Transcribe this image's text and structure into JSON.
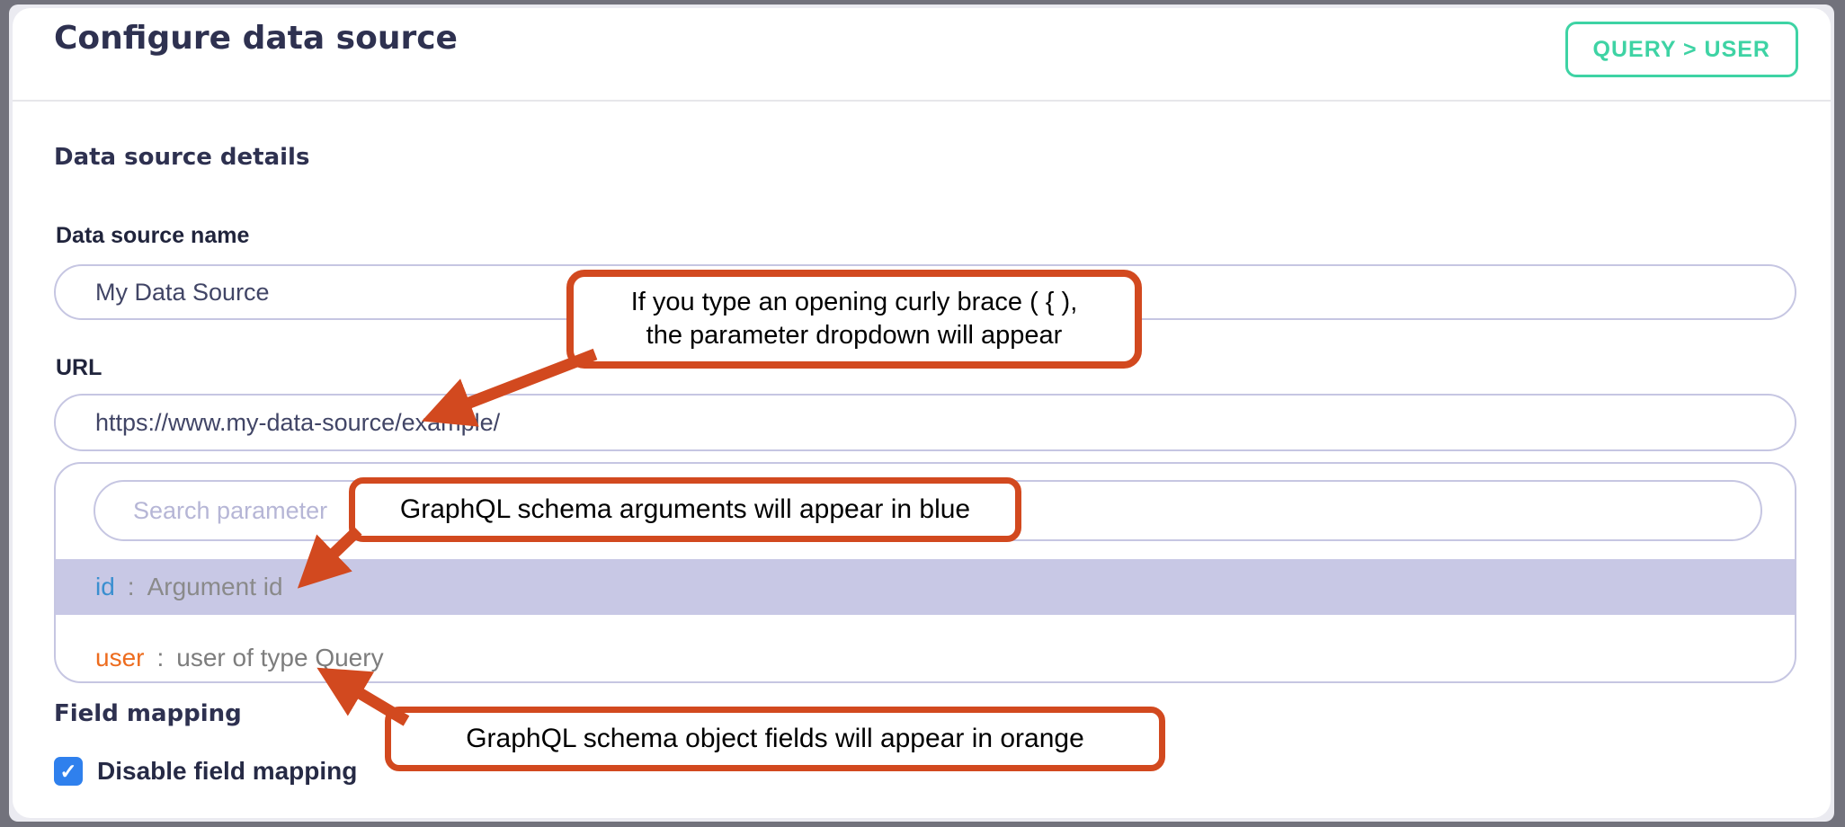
{
  "header": {
    "title": "Configure data source",
    "badge": "QUERY > USER"
  },
  "details": {
    "heading": "Data source details",
    "name_label": "Data source name",
    "name_value": "My Data Source",
    "url_label": "URL",
    "url_value": "https://www.my-data-source/example/"
  },
  "dropdown": {
    "search_placeholder": "Search parameter",
    "items": [
      {
        "name": "id",
        "separator": ":",
        "description": "Argument id",
        "color": "#3a8fd0",
        "highlighted": true
      },
      {
        "name": "user",
        "separator": ":",
        "description": "user of type Query",
        "color": "#ed6c1e",
        "highlighted": false
      }
    ]
  },
  "field_mapping": {
    "heading": "Field mapping",
    "checkbox_label": "Disable field mapping",
    "checkbox_checked": true,
    "check_glyph": "✓"
  },
  "annotations": {
    "callout1_line1": "If you type an opening curly brace ( { ),",
    "callout1_line2": "the parameter dropdown will appear",
    "callout2": "GraphQL schema arguments will appear in blue",
    "callout3": "GraphQL schema object fields will appear in orange"
  },
  "colors": {
    "teal": "#3ed3a4",
    "annot": "#d2491f",
    "navy": "#2e3150",
    "lavender": "#c6c6e2",
    "highlight": "#c8c8e5",
    "blue": "#3a8fd0",
    "orange": "#ed6c1e",
    "cb-blue": "#2f80ed"
  }
}
